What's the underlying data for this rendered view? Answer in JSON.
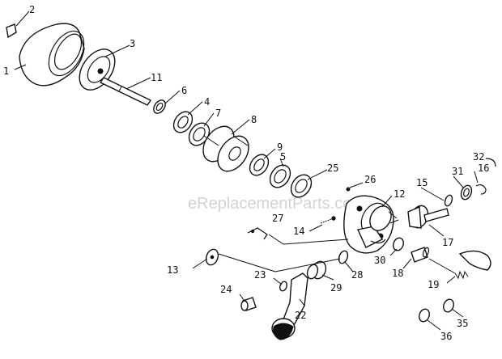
{
  "watermark": "eReplacementParts.com",
  "labels": {
    "p1": "1",
    "p2": "2",
    "p3": "3",
    "p4": "4",
    "p5": "5",
    "p6": "6",
    "p7": "7",
    "p8": "8",
    "p9": "9",
    "p11": "11",
    "p12": "12",
    "p13": "13",
    "p14": "14",
    "p15": "15",
    "p16": "16",
    "p17": "17",
    "p18": "18",
    "p19": "19",
    "p22": "22",
    "p23": "23",
    "p24": "24",
    "p25": "25",
    "p26": "26",
    "p27": "27",
    "p28": "28",
    "p29": "29",
    "p30": "30",
    "p31": "31",
    "p32": "32",
    "p35": "35",
    "p36": "36"
  }
}
